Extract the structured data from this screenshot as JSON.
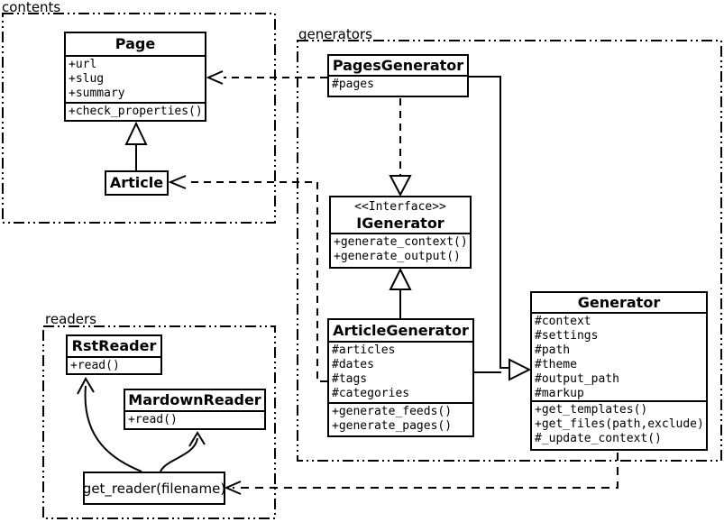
{
  "diagram_title": "Pelican content/generator/reader UML class diagram",
  "colors": {
    "line": "#000000",
    "background": "#ffffff"
  },
  "packages": {
    "contents": {
      "label": "contents"
    },
    "generators": {
      "label": "generators"
    },
    "readers": {
      "label": "readers"
    }
  },
  "classes": {
    "page": {
      "name": "Page",
      "attributes": [
        "+url",
        "+slug",
        "+summary"
      ],
      "methods": [
        "+check_properties()"
      ]
    },
    "article": {
      "name": "Article"
    },
    "pages_generator": {
      "name": "PagesGenerator",
      "attributes": [
        "#pages"
      ]
    },
    "igenerator": {
      "stereotype": "<<Interface>>",
      "name": "IGenerator",
      "methods": [
        "+generate_context()",
        "+generate_output()"
      ]
    },
    "article_generator": {
      "name": "ArticleGenerator",
      "attributes": [
        "#articles",
        "#dates",
        "#tags",
        "#categories"
      ],
      "methods": [
        "+generate_feeds()",
        "+generate_pages()"
      ]
    },
    "generator": {
      "name": "Generator",
      "attributes": [
        "#context",
        "#settings",
        "#path",
        "#theme",
        "#output_path",
        "#markup"
      ],
      "methods": [
        "+get_templates()",
        "+get_files(path,exclude)",
        "#_update_context()"
      ]
    },
    "rst_reader": {
      "name": "RstReader",
      "methods": [
        "+read()"
      ]
    },
    "markdown_reader": {
      "name": "MardownReader",
      "methods": [
        "+read()"
      ]
    },
    "get_reader": {
      "label": "get_reader(filename)"
    }
  },
  "relations": [
    "Article --|> Page",
    "PagesGenerator ..> Page",
    "ArticleGenerator ..> Article",
    "PagesGenerator ..|> IGenerator",
    "ArticleGenerator --|> IGenerator",
    "PagesGenerator --|> Generator",
    "ArticleGenerator --|> Generator",
    "Generator ..> get_reader(filename)",
    "get_reader(filename) --> RstReader",
    "get_reader(filename) --> MardownReader"
  ]
}
